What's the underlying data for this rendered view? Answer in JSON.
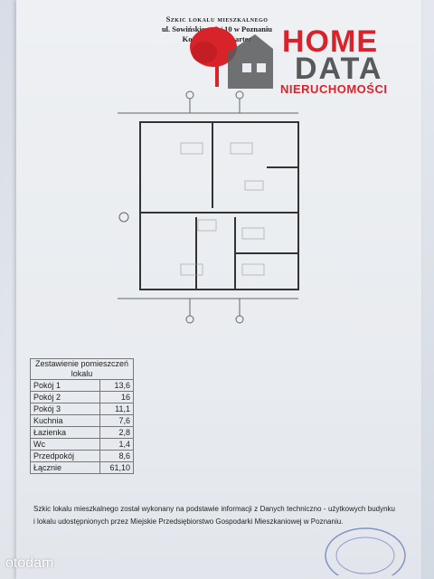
{
  "header": {
    "line1": "Szkic lokalu mieszkalnego",
    "line2": "ul. Sowińskiego 3 / 10 w Poznaniu",
    "line3": "Kondygnacja: parter"
  },
  "logo": {
    "home": "HOME",
    "data": "DATA",
    "subtitle": "NIERUCHOMOŚCI",
    "colors": {
      "red": "#d9232a",
      "gray": "#58595b"
    }
  },
  "table": {
    "caption": "Zestawienie pomieszczeń lokalu",
    "rows": [
      {
        "name": "Pokój 1",
        "area": "13,6"
      },
      {
        "name": "Pokój 2",
        "area": "16"
      },
      {
        "name": "Pokój 3",
        "area": "11,1"
      },
      {
        "name": "Kuchnia",
        "area": "7,6"
      },
      {
        "name": "Łazienka",
        "area": "2,8"
      },
      {
        "name": "Wc",
        "area": "1,4"
      },
      {
        "name": "Przedpokój",
        "area": "8,6"
      },
      {
        "name": "Łącznie",
        "area": "61,10"
      }
    ]
  },
  "note": "Szkic lokalu mieszkalnego został wykonany na podstawie informacji z Danych techniczno - użytkowych budynku i lokalu udostępnionych przez Miejskie Przedsiębiorstwo Gospodarki Mieszkaniowej w Poznaniu.",
  "watermark": "otodam"
}
